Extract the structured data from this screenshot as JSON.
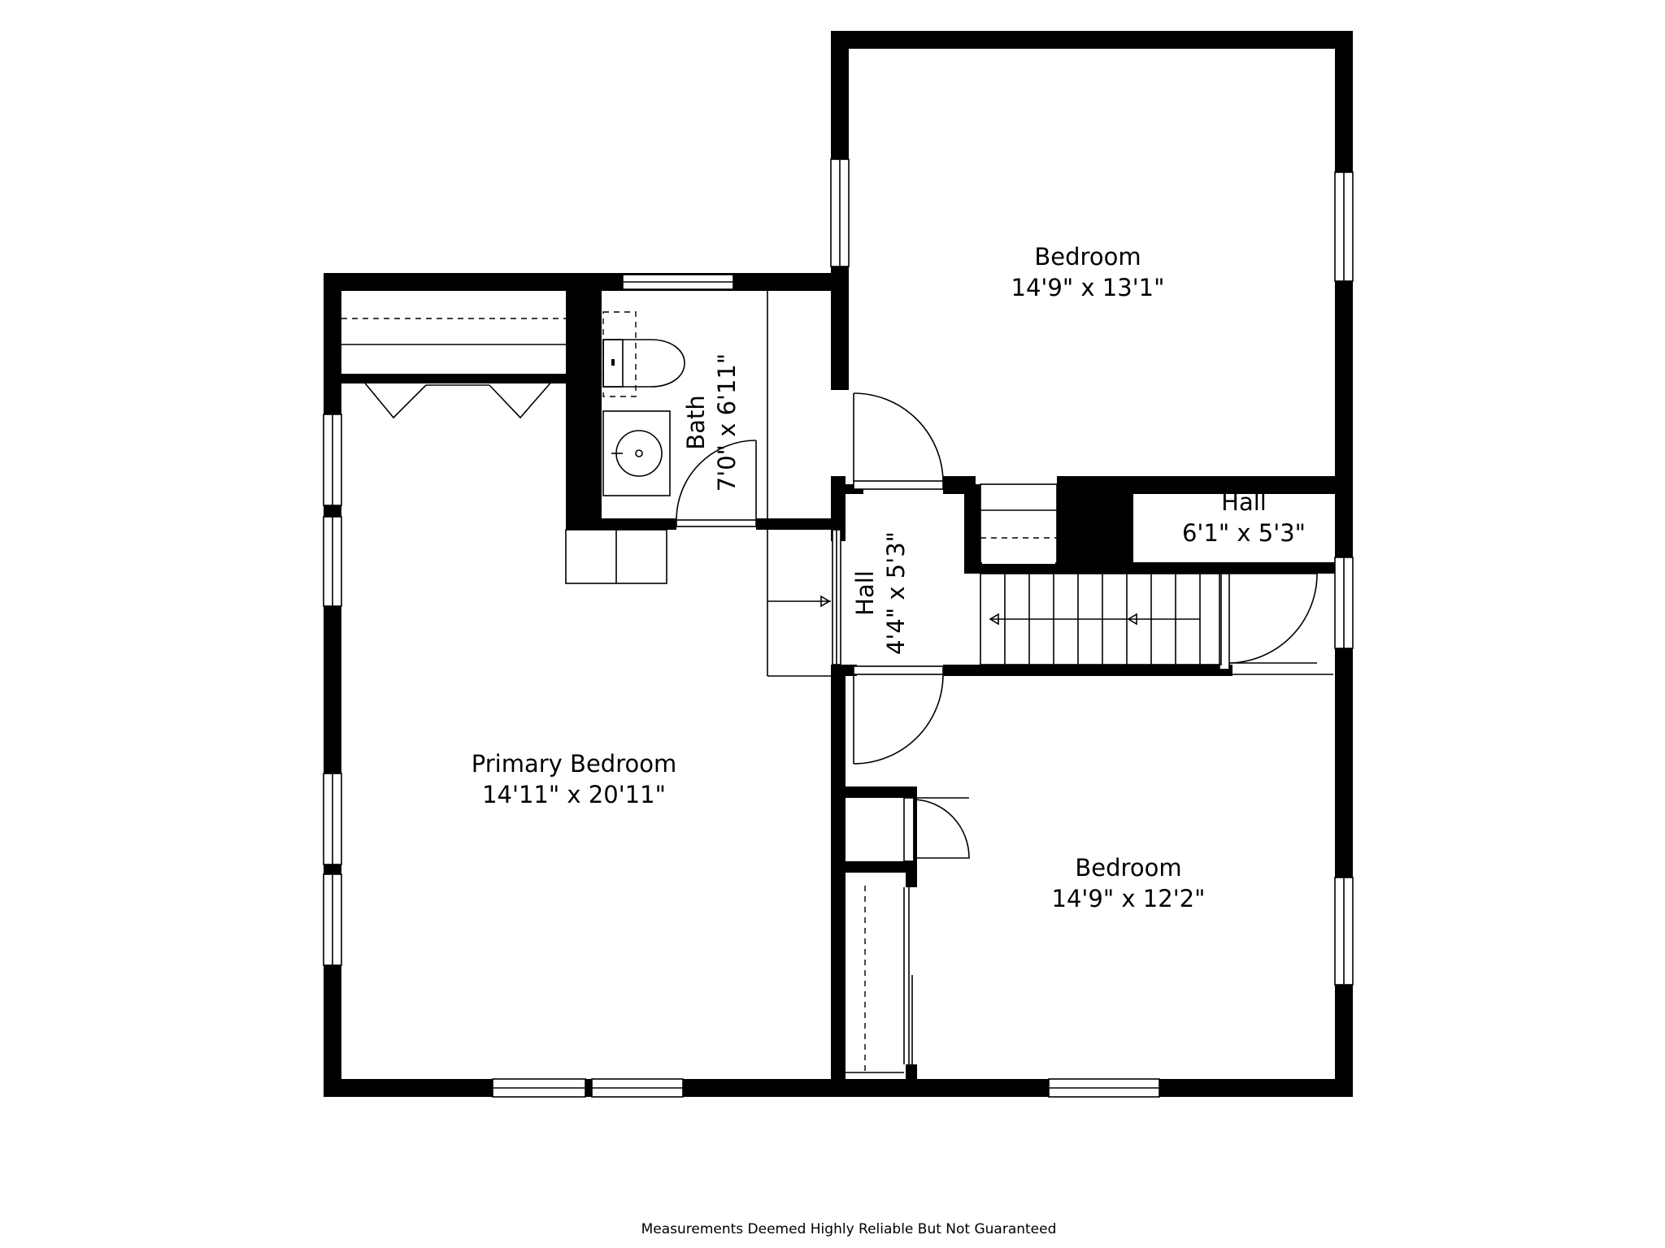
{
  "rooms": {
    "bedroom_top": {
      "name": "Bedroom",
      "dims": "14'9\" x 13'1\""
    },
    "bath": {
      "name": "Bath",
      "dims": "7'0\" x 6'11\""
    },
    "hall_right": {
      "name": "Hall",
      "dims": "6'1\" x 5'3\""
    },
    "hall_center": {
      "name": "Hall",
      "dims": "4'4\" x 5'3\""
    },
    "primary_bedroom": {
      "name": "Primary Bedroom",
      "dims": "14'11\" x 20'11\""
    },
    "bedroom_bottom": {
      "name": "Bedroom",
      "dims": "14'9\" x 12'2\""
    }
  },
  "footer": {
    "disclaimer": "Measurements Deemed Highly Reliable But Not Guaranteed"
  },
  "colors": {
    "wall": "#000000",
    "background": "#ffffff"
  }
}
